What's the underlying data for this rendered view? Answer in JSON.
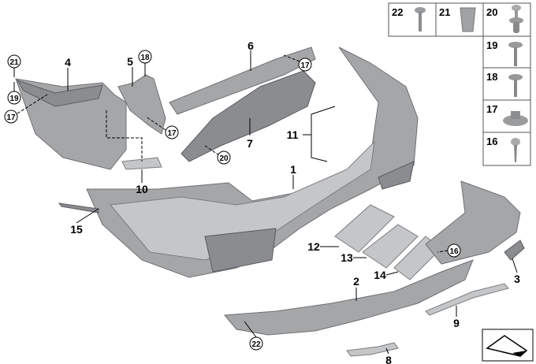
{
  "callouts": {
    "c1": "1",
    "c2": "2",
    "c3": "3",
    "c4": "4",
    "c5": "5",
    "c6": "6",
    "c7": "7",
    "c8": "8",
    "c9": "9",
    "c10": "10",
    "c11": "11",
    "c12": "12",
    "c13": "13",
    "c14": "14",
    "c15": "15"
  },
  "circled": {
    "c16": "16",
    "c17a": "17",
    "c17b": "17",
    "c17c": "17",
    "c18": "18",
    "c19": "19",
    "c20": "20",
    "c21": "21",
    "c22": "22"
  },
  "legend": {
    "items": [
      "22",
      "21",
      "20",
      "19",
      "18",
      "17",
      "16"
    ]
  }
}
